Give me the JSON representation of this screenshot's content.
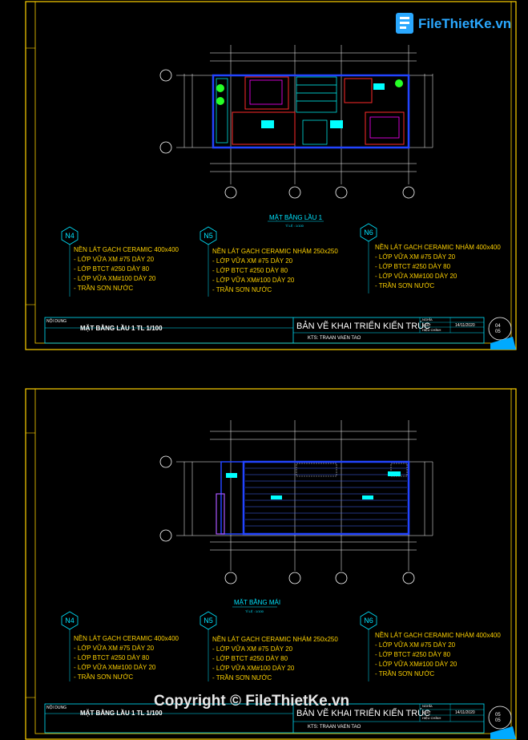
{
  "watermark": {
    "brand": "FileThietKe.vn",
    "copyright": "Copyright © FileThietKe.vn"
  },
  "sheets": [
    {
      "plan_title": "MẶT BẰNG LẦU 1",
      "plan_scale": "TỈ LỆ : 1/100",
      "specs": [
        {
          "tag": "N4",
          "lines": [
            "NỀN LÁT GẠCH CERAMIC 400x400",
            "- LỚP VỮA XM #75 DÀY 20",
            "- LỚP BTCT #250 DÀY 80",
            "- LỚP VỮA XM#100 DÀY 20",
            "- TRẦN SƠN NƯỚC"
          ]
        },
        {
          "tag": "N5",
          "lines": [
            "NỀN LÁT GẠCH CERAMIC NHÁM 250x250",
            "- LỚP VỮA XM #75 DÀY 20",
            "- LỚP BTCT #250 DÀY 80",
            "- LỚP VỮA XM#100 DÀY 20",
            "- TRẦN SƠN NƯỚC"
          ]
        },
        {
          "tag": "N6",
          "lines": [
            "NỀN LÁT GẠCH CERAMIC NHÁM 400x400",
            "- LỚP VỮA XM #75 DÀY 20",
            "- LỚP BTCT #250 DÀY 80",
            "- LỚP VỮA XM#100 DÀY 20",
            "- TRẦN SƠN NƯỚC"
          ]
        }
      ],
      "title_block": {
        "content_label": "NỘI DUNG",
        "content": "MẶT BẰNG LẦU 1   TL 1/100",
        "drawing_name": "BẢN VẼ KHAI TRIỂN KIẾN TRÚC",
        "architect": "KTS: TRAAN VAEN TAO",
        "r1": "NGHĨA",
        "r2": "XUẤT",
        "r3": "HIỆU CHỈNH",
        "date": "14/11/2020",
        "sheet_no": "04",
        "sheet_total": "05"
      }
    },
    {
      "plan_title": "MẶT BẰNG MÁI",
      "plan_scale": "TỈ LỆ : 1/100",
      "specs": [
        {
          "tag": "N4",
          "lines": [
            "NỀN LÁT GẠCH CERAMIC 400x400",
            "- LỚP VỮA XM #75 DÀY 20",
            "- LỚP BTCT #250 DÀY 80",
            "- LỚP VỮA XM#100 DÀY 20",
            "- TRẦN SƠN NƯỚC"
          ]
        },
        {
          "tag": "N5",
          "lines": [
            "NỀN LÁT GẠCH CERAMIC NHÁM 250x250",
            "- LỚP VỮA XM #75 DÀY 20",
            "- LỚP BTCT #250 DÀY 80",
            "- LỚP VỮA XM#100 DÀY 20",
            "- TRẦN SƠN NƯỚC"
          ]
        },
        {
          "tag": "N6",
          "lines": [
            "NỀN LÁT GẠCH CERAMIC NHÁM 400x400",
            "- LỚP VỮA XM #75 DÀY 20",
            "- LỚP BTCT #250 DÀY 80",
            "- LỚP VỮA XM#100 DÀY 20",
            "- TRẦN SƠN NƯỚC"
          ]
        }
      ],
      "title_block": {
        "content_label": "NỘI DUNG",
        "content": "MẶT BẰNG LẦU 1   TL 1/100",
        "drawing_name": "BẢN VẼ KHAI TRIỂN KIẾN TRÚC",
        "architect": "KTS: TRAAN VAEN TAO",
        "r1": "NGHĨA",
        "r2": "XUẤT",
        "r3": "HIỆU CHỈNH",
        "date": "14/11/2020",
        "sheet_no": "05",
        "sheet_total": "05"
      }
    }
  ]
}
